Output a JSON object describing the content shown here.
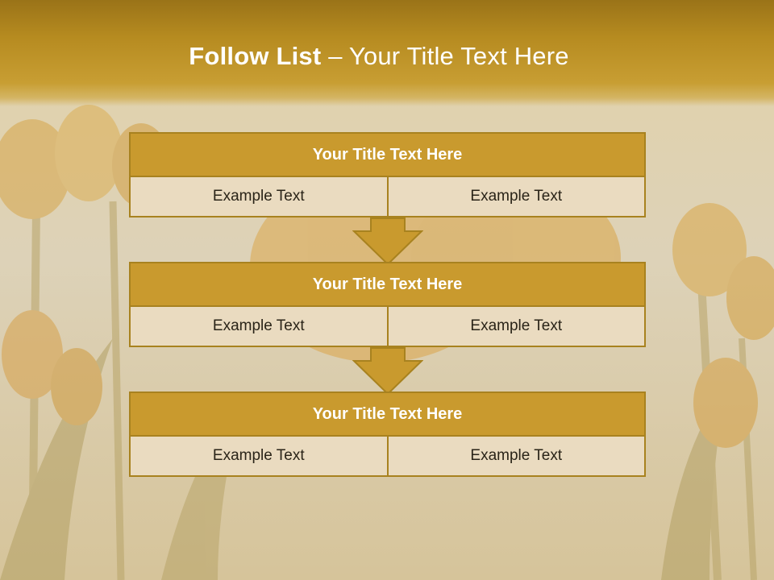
{
  "slide": {
    "title_strong": "Follow List",
    "title_rest": " – Your Title Text Here"
  },
  "blocks": [
    {
      "title": "Your Title Text Here",
      "left": "Example Text",
      "right": "Example Text"
    },
    {
      "title": "Your Title Text Here",
      "left": "Example Text",
      "right": "Example Text"
    },
    {
      "title": "Your Title Text Here",
      "left": "Example Text",
      "right": "Example Text"
    }
  ],
  "colors": {
    "header": "#b68b20",
    "block_title": "#c99a2e",
    "block_border": "#a8821f",
    "cell": "#eadbc0"
  }
}
